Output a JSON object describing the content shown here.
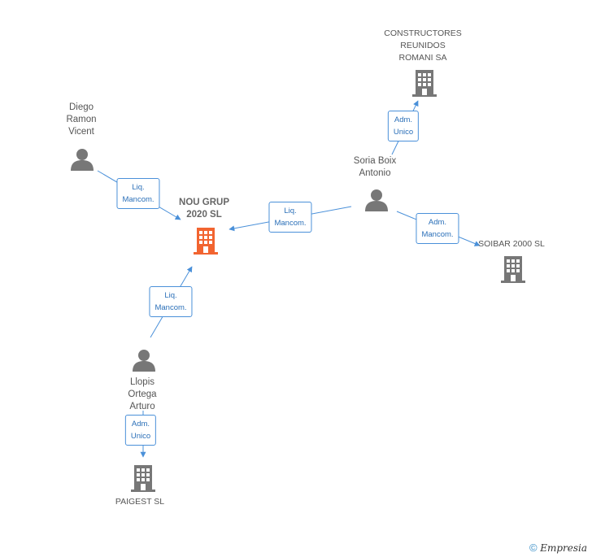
{
  "colors": {
    "edge": "#4a90d9",
    "person": "#777777",
    "company": "#777777",
    "focus_company": "#f26430"
  },
  "nodes": {
    "nou_grup": {
      "label": "NOU GRUP\n2020 SL",
      "kind": "focus-company"
    },
    "diego": {
      "label": "Diego\nRamon\nVicent",
      "kind": "person"
    },
    "soria": {
      "label": "Soria Boix\nAntonio",
      "kind": "person"
    },
    "constructores": {
      "label": "CONSTRUCTORES\nREUNIDOS\nROMANI SA",
      "kind": "company"
    },
    "soibar": {
      "label": "SOIBAR 2000 SL",
      "kind": "company"
    },
    "llopis": {
      "label": "Llopis\nOrtega\nArturo",
      "kind": "person"
    },
    "paigest": {
      "label": "PAIGEST SL",
      "kind": "company"
    }
  },
  "edges": {
    "diego_nou": "Liq.\nMancom.",
    "soria_nou": "Liq.\nMancom.",
    "soria_constructores": "Adm.\nUnico",
    "soria_soibar": "Adm.\nMancom.",
    "llopis_nou": "Liq.\nMancom.",
    "llopis_paigest": "Adm.\nUnico"
  },
  "footer": {
    "copyright": "©",
    "brand": "Empresia"
  }
}
